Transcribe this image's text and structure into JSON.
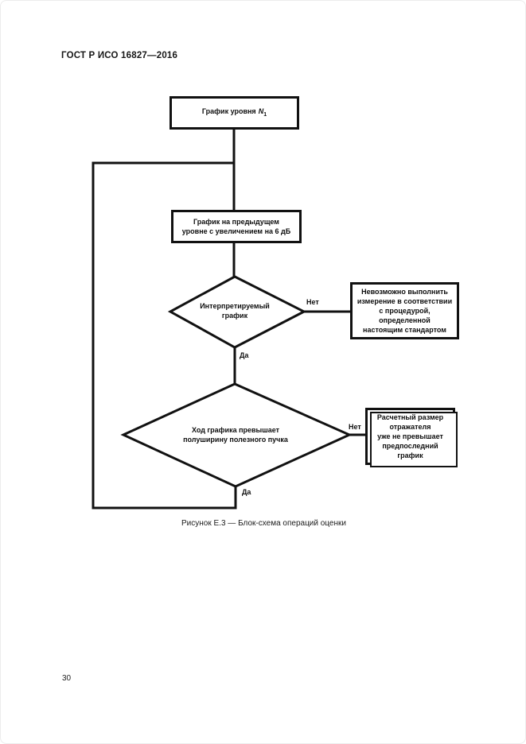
{
  "page": {
    "header": "ГОСТ Р ИСО 16827—2016",
    "caption": "Рисунок Е.3 — Блок-схема операций оценки",
    "page_number": "30"
  },
  "flowchart": {
    "box_level": {
      "text": "График уровня",
      "var": "N",
      "sub": "1"
    },
    "box_previous": "График на предыдущем\nуровне с увеличением на 6 дБ",
    "decision_interpretable": "Интерпретируемый\nграфик",
    "box_impossible": "Невозможно выполнить\nизмерение в соответствии\nс процедурой,\nопределенной\nнастоящим стандартом",
    "decision_extent": "Ход графика превышает\nполуширину полезного пучка",
    "box_calculated": "Расчетный размер\nотражателя\nуже не превышает\nпредпоследний\nграфик",
    "labels": {
      "no1": "Нет",
      "yes1": "Да",
      "no2": "Нет",
      "yes2": "Да"
    }
  }
}
